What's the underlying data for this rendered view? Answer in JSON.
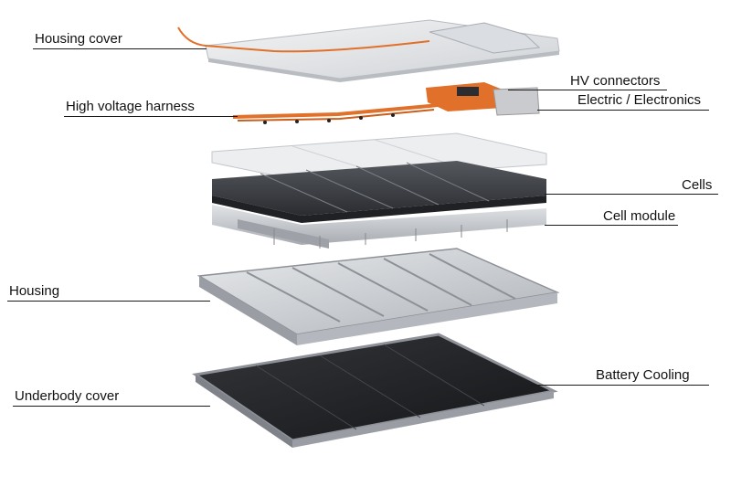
{
  "labels": {
    "housing_cover": "Housing cover",
    "hv_connectors": "HV connectors",
    "high_voltage_harness": "High voltage harness",
    "electric_electronics": "Electric / Electronics",
    "cells": "Cells",
    "cell_module": "Cell module",
    "housing": "Housing",
    "battery_cooling": "Battery Cooling",
    "underbody_cover": "Underbody cover"
  },
  "colors": {
    "harness_orange": "#e0702a",
    "cell_dark": "#2b2d31",
    "module_silver": "#c9cbcf",
    "housing_metal": "#d2d5d9",
    "underbody_black": "#1e1f22",
    "cover_light": "#e9ebed"
  }
}
